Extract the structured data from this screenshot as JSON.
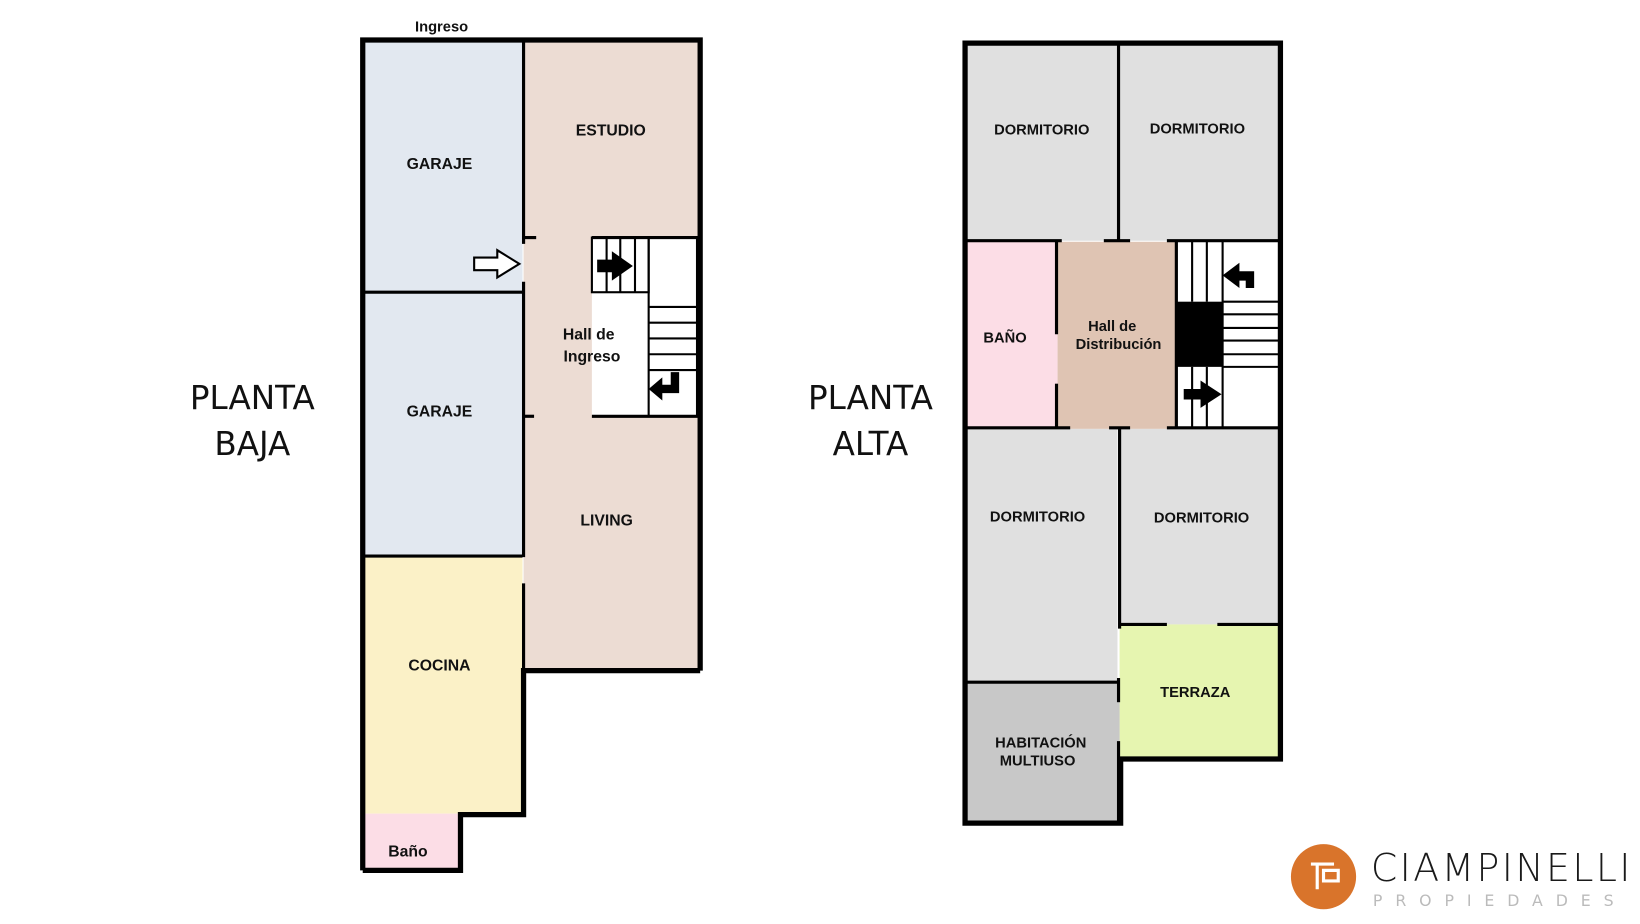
{
  "ground_floor": {
    "title_line1": "PLANTA",
    "title_line2": "BAJA",
    "entrance_label": "Ingreso",
    "rooms": {
      "garage1": "GARAJE",
      "garage2": "GARAJE",
      "kitchen": "COCINA",
      "bath": "Baño",
      "study": "ESTUDIO",
      "hall_line1": "Hall de",
      "hall_line2": "Ingreso",
      "living": "LIVING"
    }
  },
  "upper_floor": {
    "title_line1": "PLANTA",
    "title_line2": "ALTA",
    "rooms": {
      "bedroom_tl": "DORMITORIO",
      "bedroom_tr": "DORMITORIO",
      "bath": "BAÑO",
      "hall_line1": "Hall de",
      "hall_line2": "Distribución",
      "bedroom_bl": "DORMITORIO",
      "bedroom_br": "DORMITORIO",
      "terrace": "TERRAZA",
      "multi_line1": "HABITACIÓN",
      "multi_line2": "MULTIUSO"
    }
  },
  "logo": {
    "name": "CIAMPINELLI",
    "tagline": "PROPIEDADES",
    "accent": "#d9742b"
  },
  "colors": {
    "garage": "#e2e8f0",
    "kitchen": "#fbf1c7",
    "bath": "#fcdde6",
    "living": "#ecdcd3",
    "hall_upper": "#dfc4b3",
    "bedroom": "#e0e0e0",
    "multi": "#c8c8c8",
    "terrace": "#e6f5b0"
  }
}
